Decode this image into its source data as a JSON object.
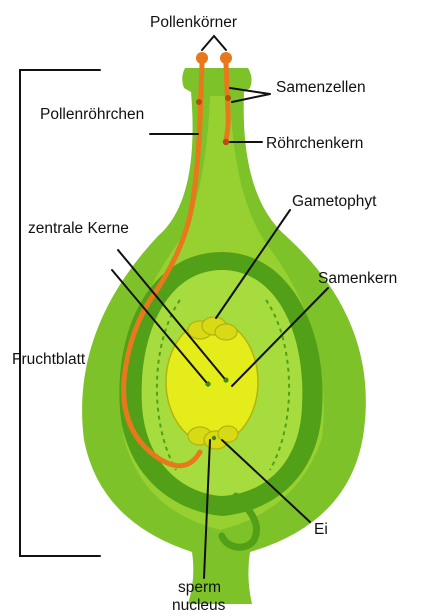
{
  "colors": {
    "carpel_outer": "#7ec22a",
    "carpel_mid": "#9ad232",
    "ovule_band": "#52a018",
    "ovule_inner": "#a7dc3e",
    "gametophyte": "#e4ec1a",
    "gametophyte_rim": "#b3b310",
    "pollen_tube": "#e8781c",
    "leader": "#111111"
  },
  "labels": {
    "pollen_grains": "Pollenkörner",
    "sperm_cells": "Samenzellen",
    "pollen_tube": "Pollenröhrchen",
    "tube_nucleus": "Röhrchenkern",
    "gametophyte": "Gametophyt",
    "central_nuclei": "zentrale Kerne",
    "sperm_nucleus_de": "Samenkern",
    "carpel": "Fruchtblatt",
    "egg": "Ei",
    "sperm_nucleus_en_1": "sperm",
    "sperm_nucleus_en_2": "nucleus"
  }
}
